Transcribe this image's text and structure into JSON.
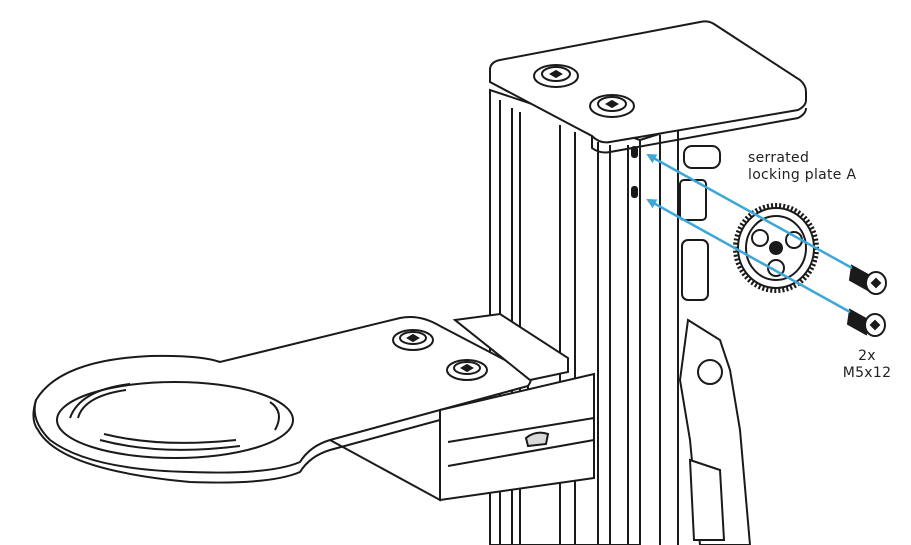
{
  "labels": {
    "plate_line1": "serrated",
    "plate_line2": "locking plate A",
    "screw_qty": "2x",
    "screw_spec": "M5x12"
  },
  "colors": {
    "line": "#1a1a1a",
    "arrow": "#3da7d8",
    "fill": "#ffffff",
    "shade": "#d9d9d9"
  }
}
